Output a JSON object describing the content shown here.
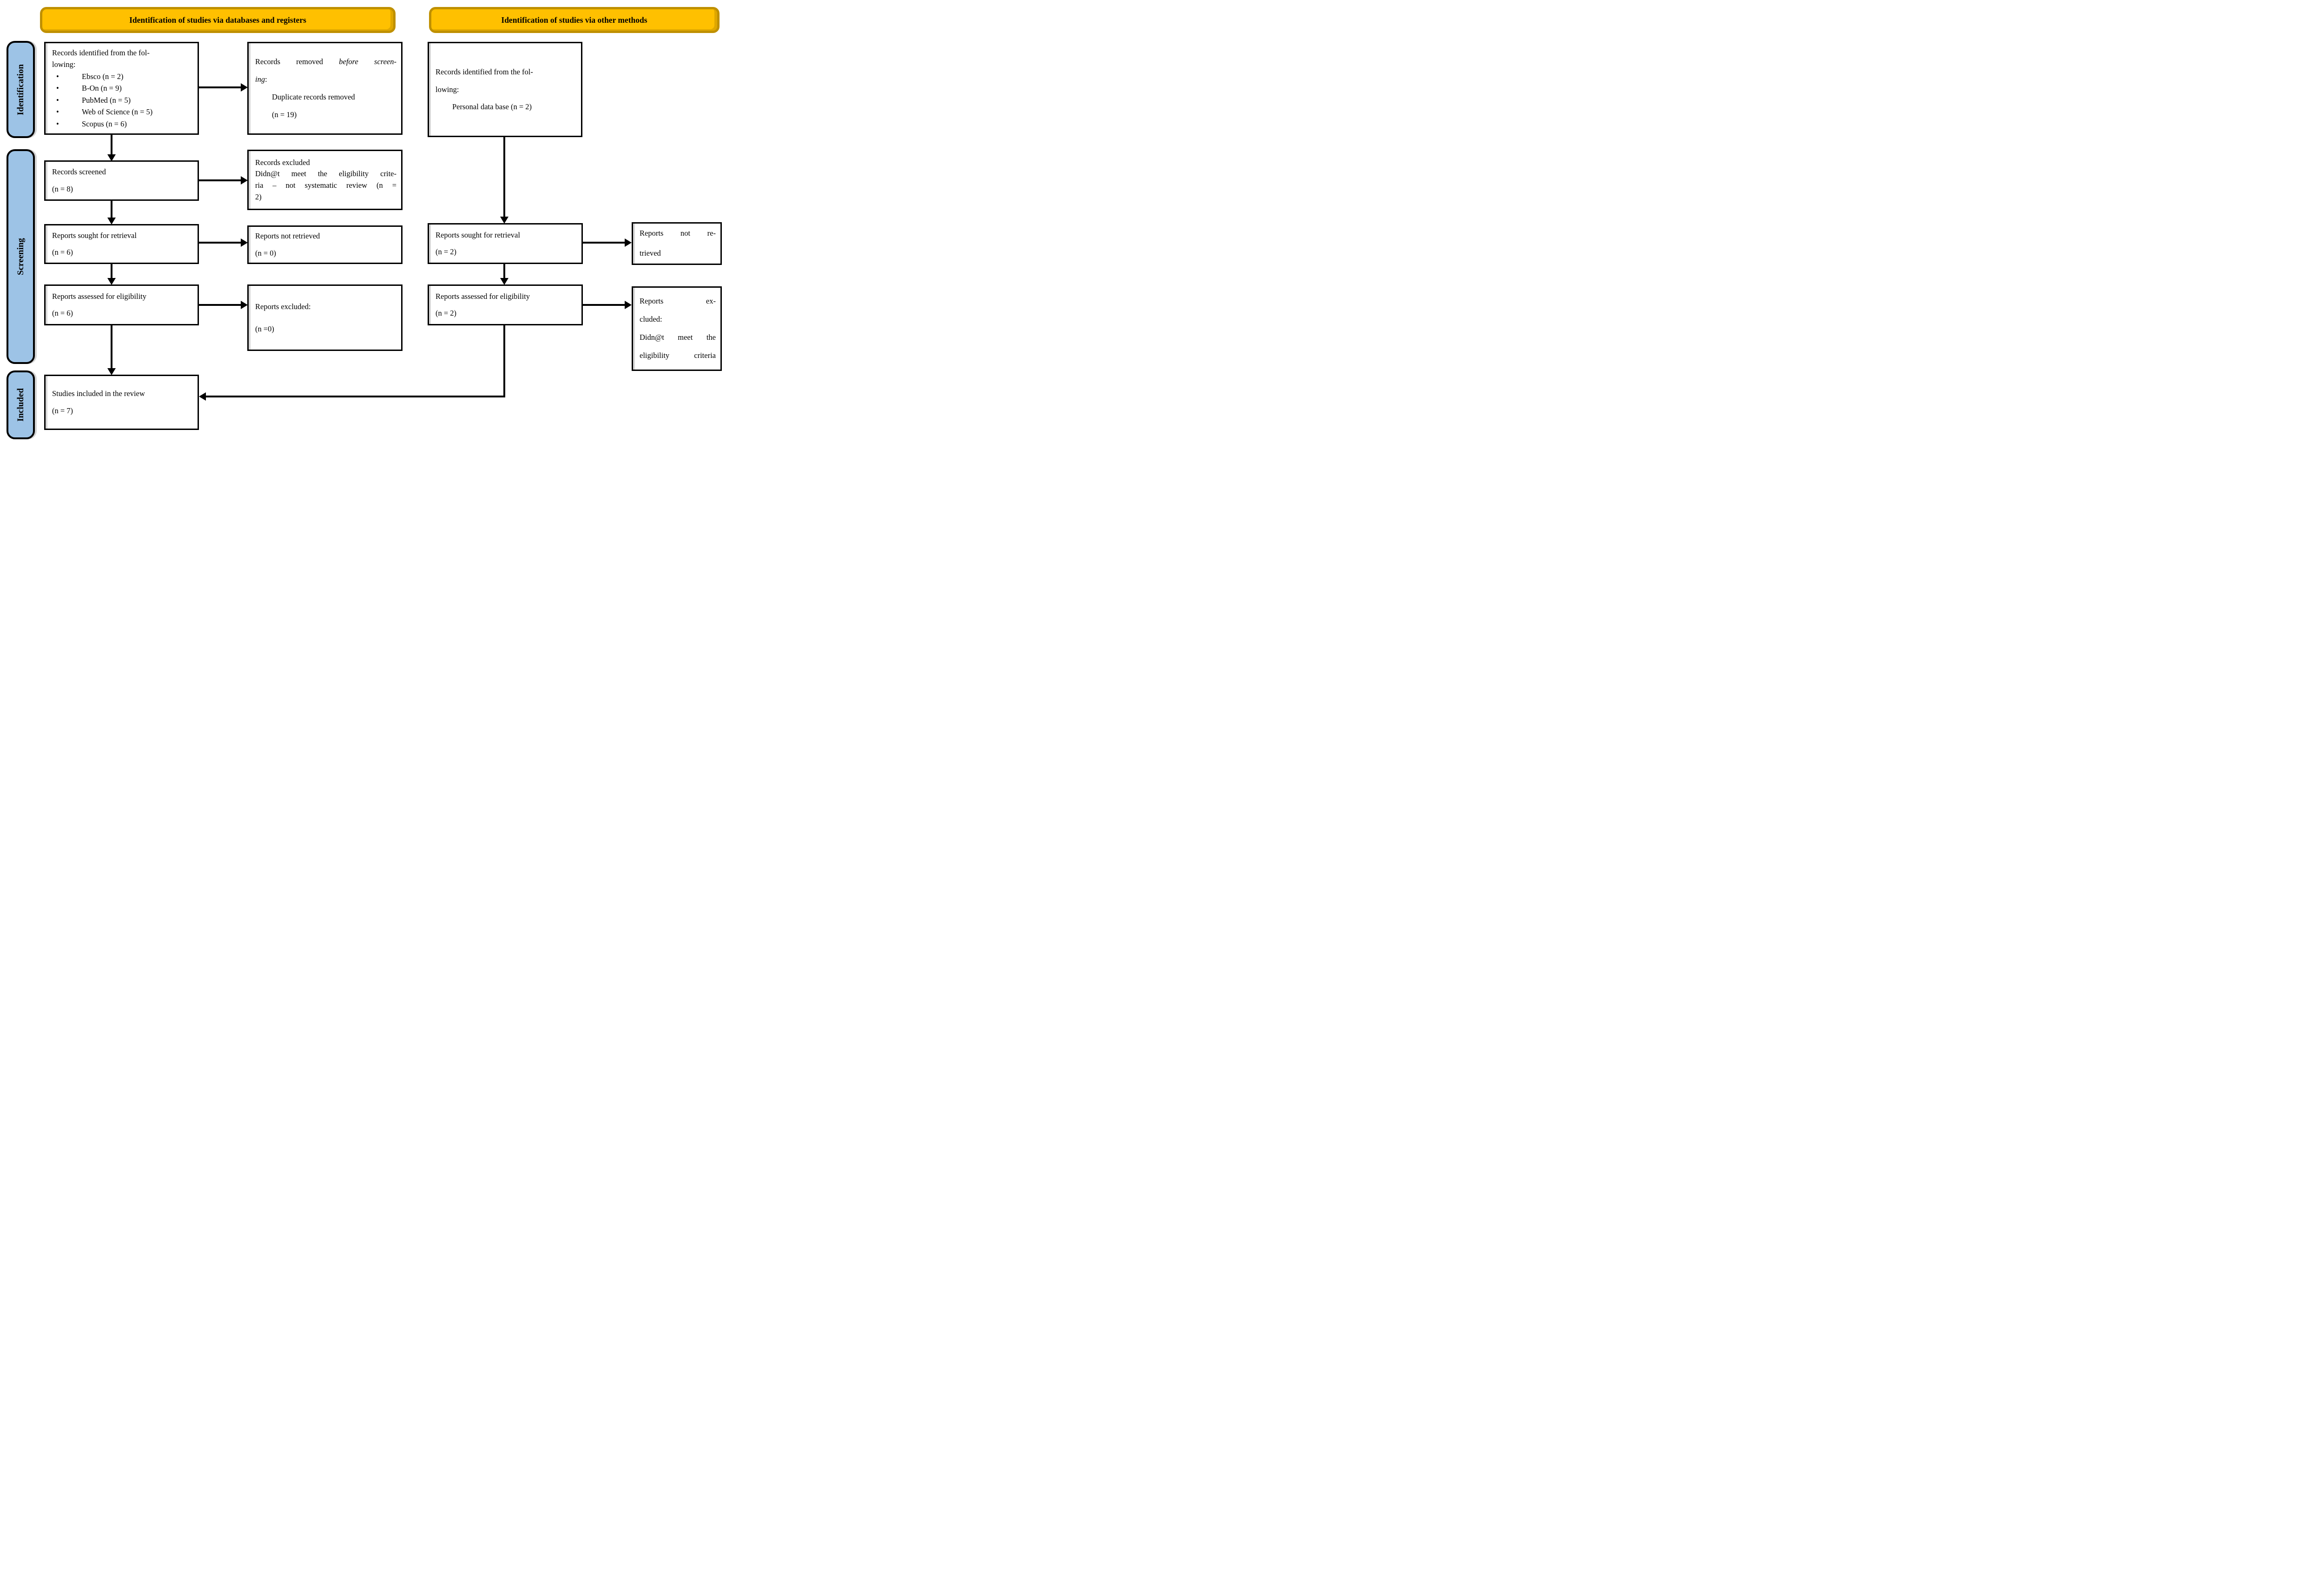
{
  "colors": {
    "header_fill": "#FFC000",
    "header_border": "#BF9000",
    "stage_fill": "#9DC3E6",
    "line_color": "#000000"
  },
  "headers": {
    "left": "Identification of studies via databases and registers",
    "right": "Identification of studies via other methods"
  },
  "stages": {
    "identification": "Identification",
    "screening": "Screening",
    "included": "Included"
  },
  "bullet_glyph": "•",
  "boxes": {
    "db_identified": {
      "line1": "Records identified from the fol-",
      "line2": "lowing:",
      "bullets": [
        "Ebsco (n = 2)",
        "B-On (n = 9)",
        "PubMed (n = 5)",
        "Web of Science (n = 5)",
        "Scopus (n = 6)"
      ]
    },
    "removed_before": {
      "t1": "Records removed",
      "t1i": "before screen-",
      "t2i": "ing",
      "t2": ":",
      "sub1": "Duplicate records removed",
      "sub2": "(n = 19)"
    },
    "other_identified": {
      "line1": "Records identified from the fol-",
      "line2": "lowing:",
      "sub": "Personal data base (n = 2)"
    },
    "screened": {
      "line1": "Records screened",
      "line2": "(n = 8)"
    },
    "records_excluded": {
      "line1": "Records excluded",
      "line2": "Didn@t meet the eligibility crite-",
      "line3": "ria – not systematic review (n =",
      "line4": "2)"
    },
    "sought_databases": {
      "line1": "Reports sought for retrieval",
      "line2": "(n = 6)"
    },
    "not_retrieved_databases": {
      "line1": "Reports not retrieved",
      "line2": "(n = 0)"
    },
    "sought_other": {
      "line1": "Reports sought for retrieval",
      "line2": "(n = 2)"
    },
    "not_retrieved_other": {
      "line1": "Reports not re-",
      "line2": "trieved"
    },
    "assessed_databases": {
      "line1": "Reports assessed for eligibility",
      "line2": "(n = 6)"
    },
    "reports_excluded_databases": {
      "line1": "Reports excluded:",
      "line2": "(n =0)"
    },
    "assessed_other": {
      "line1": "Reports assessed for eligibility",
      "line2": "(n = 2)"
    },
    "reports_excluded_other": {
      "line1": "Reports ex-",
      "line2": "cluded:",
      "line3": "Didn@t meet the",
      "line4": "eligibility criteria"
    },
    "included_review": {
      "line1": "Studies included in the review",
      "line2": "(n = 7)"
    }
  }
}
